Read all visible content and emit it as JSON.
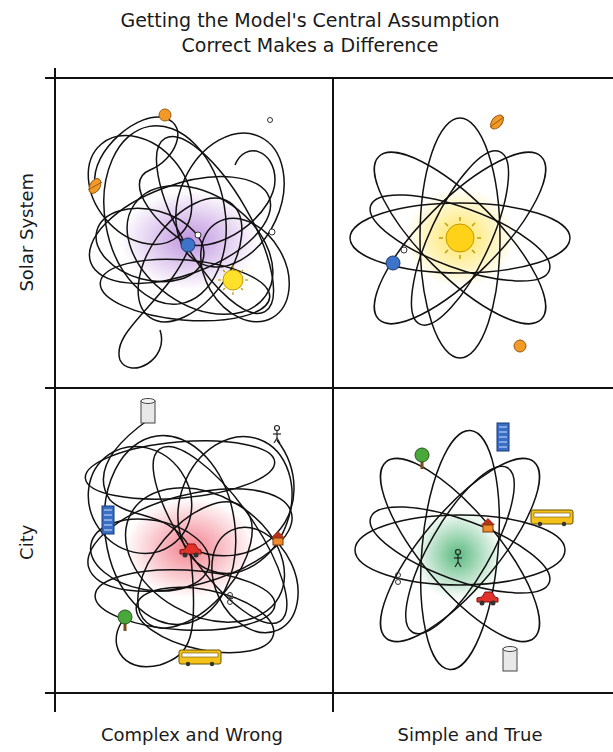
{
  "diagram": {
    "title": "Getting the Model's Central Assumption Correct Makes a Difference",
    "labels": [
      "Solar System",
      "City",
      "Complex and Wrong",
      "Simple and True"
    ]
  }
}
